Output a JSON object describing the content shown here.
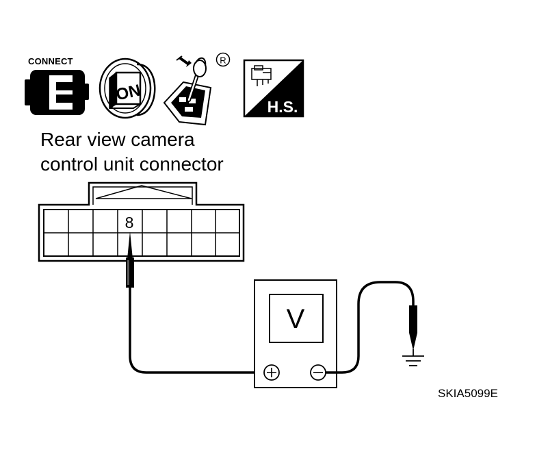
{
  "icons": {
    "connect_label": "CONNECT",
    "ignition_label": "ON",
    "registered_mark": "R",
    "hs_label": "H.S."
  },
  "title": {
    "line1": "Rear view camera",
    "line2": "control unit connector"
  },
  "connector": {
    "pin_label": "8"
  },
  "meter": {
    "display_label": "V",
    "plus_symbol": "+",
    "minus_symbol": "−"
  },
  "figure_code": "SKIA5099E",
  "colors": {
    "ink": "#000000",
    "paper": "#ffffff",
    "panel": "#d9d9d9"
  }
}
